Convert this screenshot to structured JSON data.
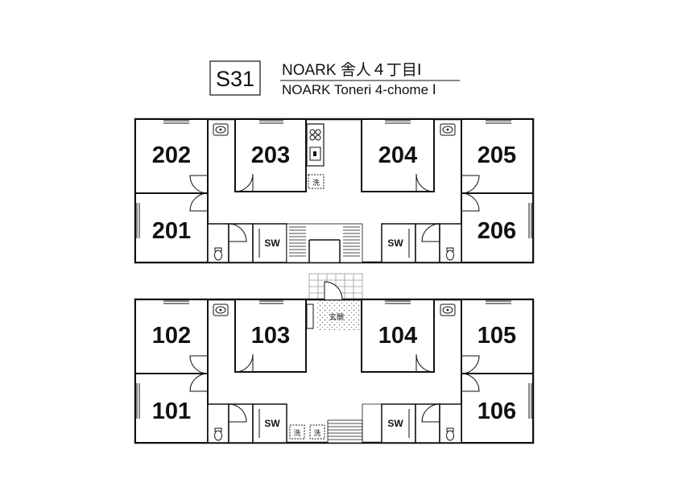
{
  "header": {
    "code": "S31",
    "title_main": "NOARK 舎人４丁目Ⅰ",
    "title_sub": "NOARK Toneri 4-chome Ⅰ"
  },
  "floor2": {
    "rooms": [
      "202",
      "203",
      "204",
      "205",
      "201",
      "206"
    ],
    "sw": [
      "SW",
      "SW"
    ],
    "washer": "洗"
  },
  "floor1": {
    "rooms": [
      "102",
      "103",
      "104",
      "105",
      "101",
      "106"
    ],
    "sw": [
      "SW",
      "SW"
    ],
    "washers": [
      "洗",
      "洗"
    ],
    "entrance": "玄関"
  }
}
